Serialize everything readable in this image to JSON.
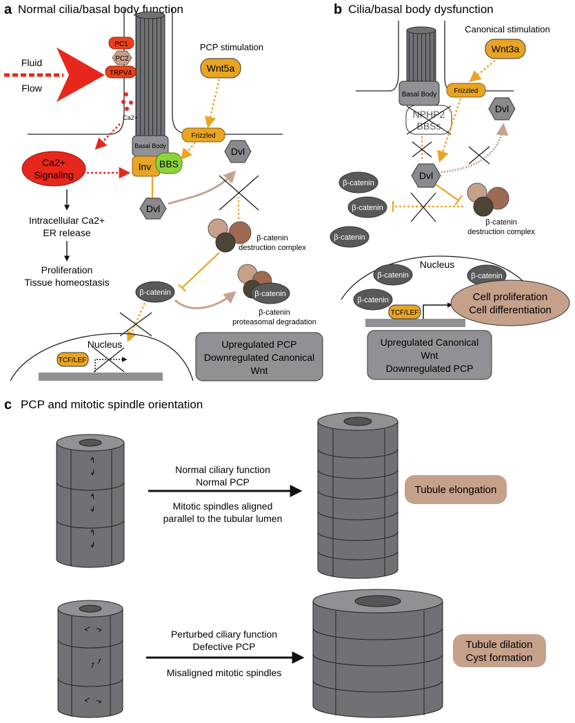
{
  "panel_a": {
    "letter": "a",
    "title": "Normal cilia/basal body function",
    "fluid": "Fluid",
    "flow": "Flow",
    "pc1": "PC1",
    "pc2": "PC2",
    "trpv4": "TRPV4",
    "ca2": "Ca2+",
    "pcp_stimulation": "PCP stimulation",
    "wnt5a": "Wnt5a",
    "frizzled": "Frizzled",
    "basal_body": "Basal Body",
    "inv": "Inv",
    "bbs": "BBS",
    "dvl_left": "Dvl",
    "dvl_right": "Dvl",
    "ca_signaling": [
      "Ca2+",
      "Signaling"
    ],
    "intracellular": [
      "Intracellular Ca2+",
      "ER release"
    ],
    "proliferation": [
      "Proliferation",
      "Tissue homeostasis"
    ],
    "destruction_complex": [
      "β-catenin",
      "destruction complex"
    ],
    "beta_catenin": "β-catenin",
    "beta_catenin_degraded": "β-catenin",
    "proteasomal": [
      "β-catenin",
      "proteasomal degradation"
    ],
    "nucleus": "Nucleus",
    "tcf_lef": "TCF/LEF",
    "result_box": [
      "Upregulated PCP",
      "Downregulated Canonical",
      "Wnt"
    ]
  },
  "panel_b": {
    "letter": "b",
    "title": "Cilia/basal body dysfunction",
    "canonical_stimulation": "Canonical stimulation",
    "wnt3a": "Wnt3a",
    "frizzled": "Frizzled",
    "basal_body": "Basal Body",
    "nphp2": "NPHP2",
    "bbss": "BBSs",
    "dvl_top": "Dvl",
    "dvl_center": "Dvl",
    "beta_catenins": [
      "β-catenin",
      "β-catenin",
      "β-catenin"
    ],
    "destruction_complex": [
      "β-catenin",
      "destruction complex"
    ],
    "nucleus": "Nucleus",
    "nucleus_catenins": [
      "β-catenin",
      "β-catenin",
      "β-catenin"
    ],
    "tcf_lef": "TCF/LEF",
    "cell_outcome": [
      "Cell proliferation",
      "Cell differentiation"
    ],
    "result_box": [
      "Upregulated Canonical",
      "Wnt",
      "Downregulated PCP"
    ]
  },
  "panel_c": {
    "letter": "c",
    "title": "PCP and mitotic spindle orientation",
    "normal_text": [
      "Normal ciliary function",
      "Normal PCP",
      "Mitotic spindles aligned",
      "parallel to the tubular lumen"
    ],
    "normal_outcome": "Tubule elongation",
    "perturbed_text": [
      "Perturbed ciliary function",
      "Defective PCP",
      "Misaligned mitotic spindles"
    ],
    "perturbed_outcome": [
      "Tubule dilation",
      "Cyst formation"
    ]
  },
  "colors": {
    "orange": "#e8a524",
    "red": "#e8271c",
    "grey_hex": "#888a8d",
    "green": "#8cd43a",
    "tan": "#c5a08a",
    "box_grey": "#8f9194"
  }
}
